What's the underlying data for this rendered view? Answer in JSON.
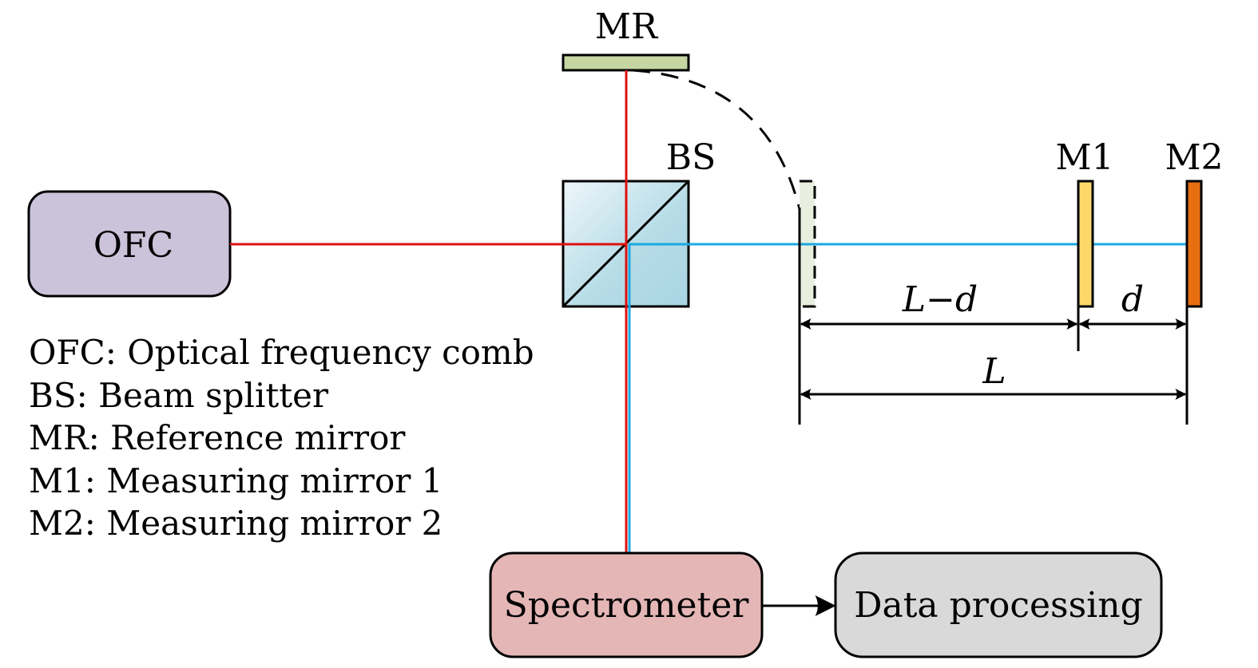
{
  "title": "Optical frequency comb distance measurement setup",
  "components": {
    "ofc": {
      "label": "OFC",
      "fill": "#cbc3da"
    },
    "bs": {
      "label": "BS",
      "fill_light": "#eef6fa",
      "fill_dark": "#a9d5e2"
    },
    "mr": {
      "label": "MR",
      "fill": "#c5d6a3"
    },
    "m1": {
      "label": "M1",
      "fill": "#fdd96b"
    },
    "m2": {
      "label": "M2",
      "fill": "#e86e12"
    },
    "ghost_mirror": {
      "fill": "#e9efdf"
    },
    "spectrometer": {
      "label": "Spectrometer",
      "fill": "#e4b7b6"
    },
    "data_processing": {
      "label": "Data processing",
      "fill": "#d9d9d9"
    }
  },
  "beams": {
    "reference_color": "#dd1111",
    "measurement_color": "#1aa9e0"
  },
  "dimensions": {
    "l_minus_d": "L−d",
    "d": "d",
    "l": "L"
  },
  "legend": [
    "OFC: Optical frequency comb",
    "BS: Beam splitter",
    "MR: Reference mirror",
    "M1: Measuring mirror 1",
    "M2: Measuring mirror 2"
  ]
}
